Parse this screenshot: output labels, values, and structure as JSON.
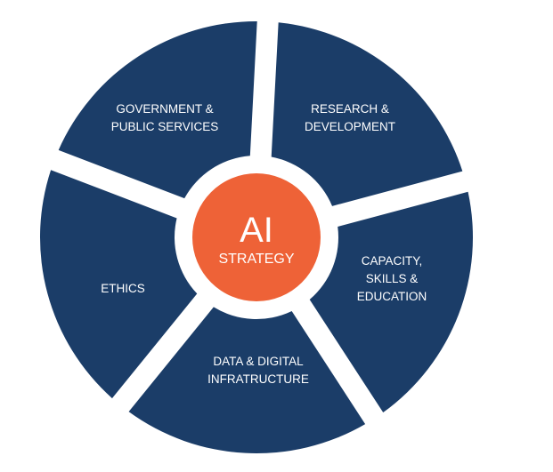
{
  "colors": {
    "segment": "#1b3d68",
    "center": "#ee6237",
    "gap": "#ffffff",
    "text": "#ffffff"
  },
  "center": {
    "title": "AI",
    "subtitle": "STRATEGY"
  },
  "segments": [
    {
      "id": "research",
      "lines": [
        "RESEARCH &",
        "DEVELOPMENT"
      ]
    },
    {
      "id": "capacity",
      "lines": [
        "CAPACITY,",
        "SKILLS &",
        "EDUCATION"
      ]
    },
    {
      "id": "data",
      "lines": [
        "DATA & DIGITAL",
        "INFRATRUCTURE"
      ]
    },
    {
      "id": "ethics",
      "lines": [
        "ETHICS"
      ]
    },
    {
      "id": "government",
      "lines": [
        "GOVERNMENT &",
        "PUBLIC SERVICES"
      ]
    }
  ]
}
